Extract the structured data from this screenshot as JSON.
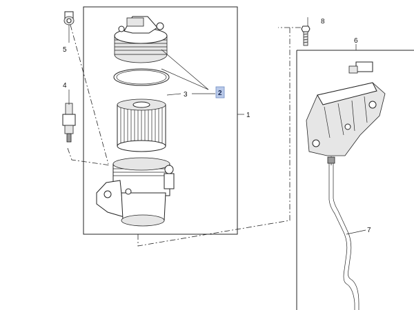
{
  "callouts": {
    "c1": "1",
    "c2": "2",
    "c3": "3",
    "c4": "4",
    "c5": "5",
    "c6": "6",
    "c7": "7",
    "c8": "8"
  },
  "colors": {
    "highlight_fill": "#b9c9e8",
    "highlight_border": "#6f8dc4",
    "line": "#222222"
  }
}
